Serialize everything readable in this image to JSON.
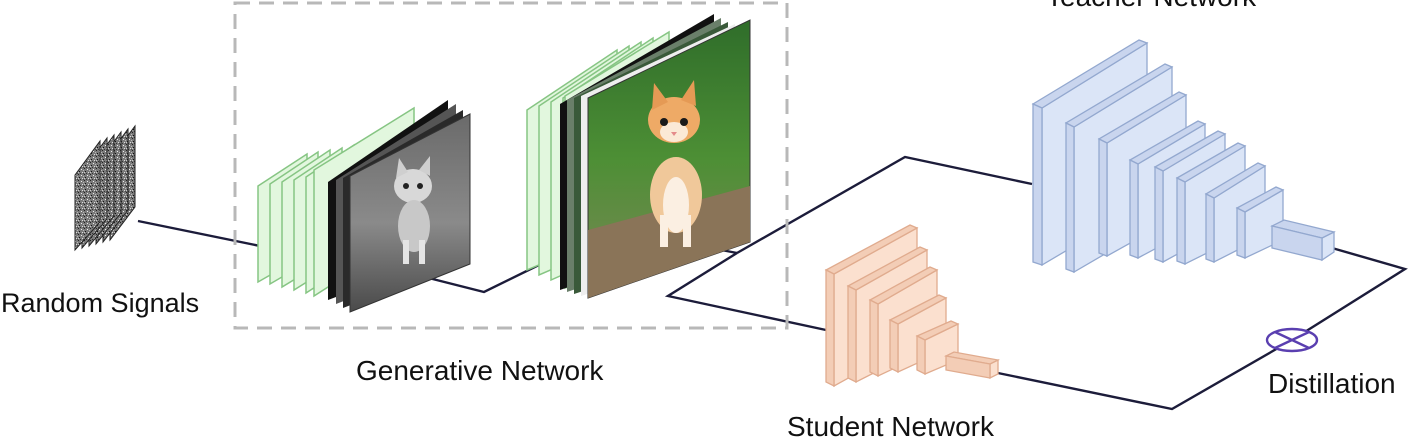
{
  "labels": {
    "random_signals": "Random Signals",
    "generative_network": "Generative Network",
    "teacher_network": "Teacher Network",
    "student_network": "Student Network",
    "distillation": "Distillation"
  },
  "colors": {
    "line": "#1c1c3a",
    "generator_layer_fill": "#e2f7de",
    "generator_layer_stroke": "#86c583",
    "teacher_fill": "#dbe5f7",
    "teacher_stroke": "#93a8cf",
    "student_fill": "#fbe0cf",
    "student_stroke": "#e0ab8e",
    "distill_symbol": "#5a3fb0",
    "dashed_box": "#b8b8b8"
  },
  "icons": {
    "noise": "random-noise-stack-icon",
    "gray_cat": "grayscale-kitten-image",
    "color_cat": "color-kitten-image",
    "distill": "circle-cross-icon"
  }
}
